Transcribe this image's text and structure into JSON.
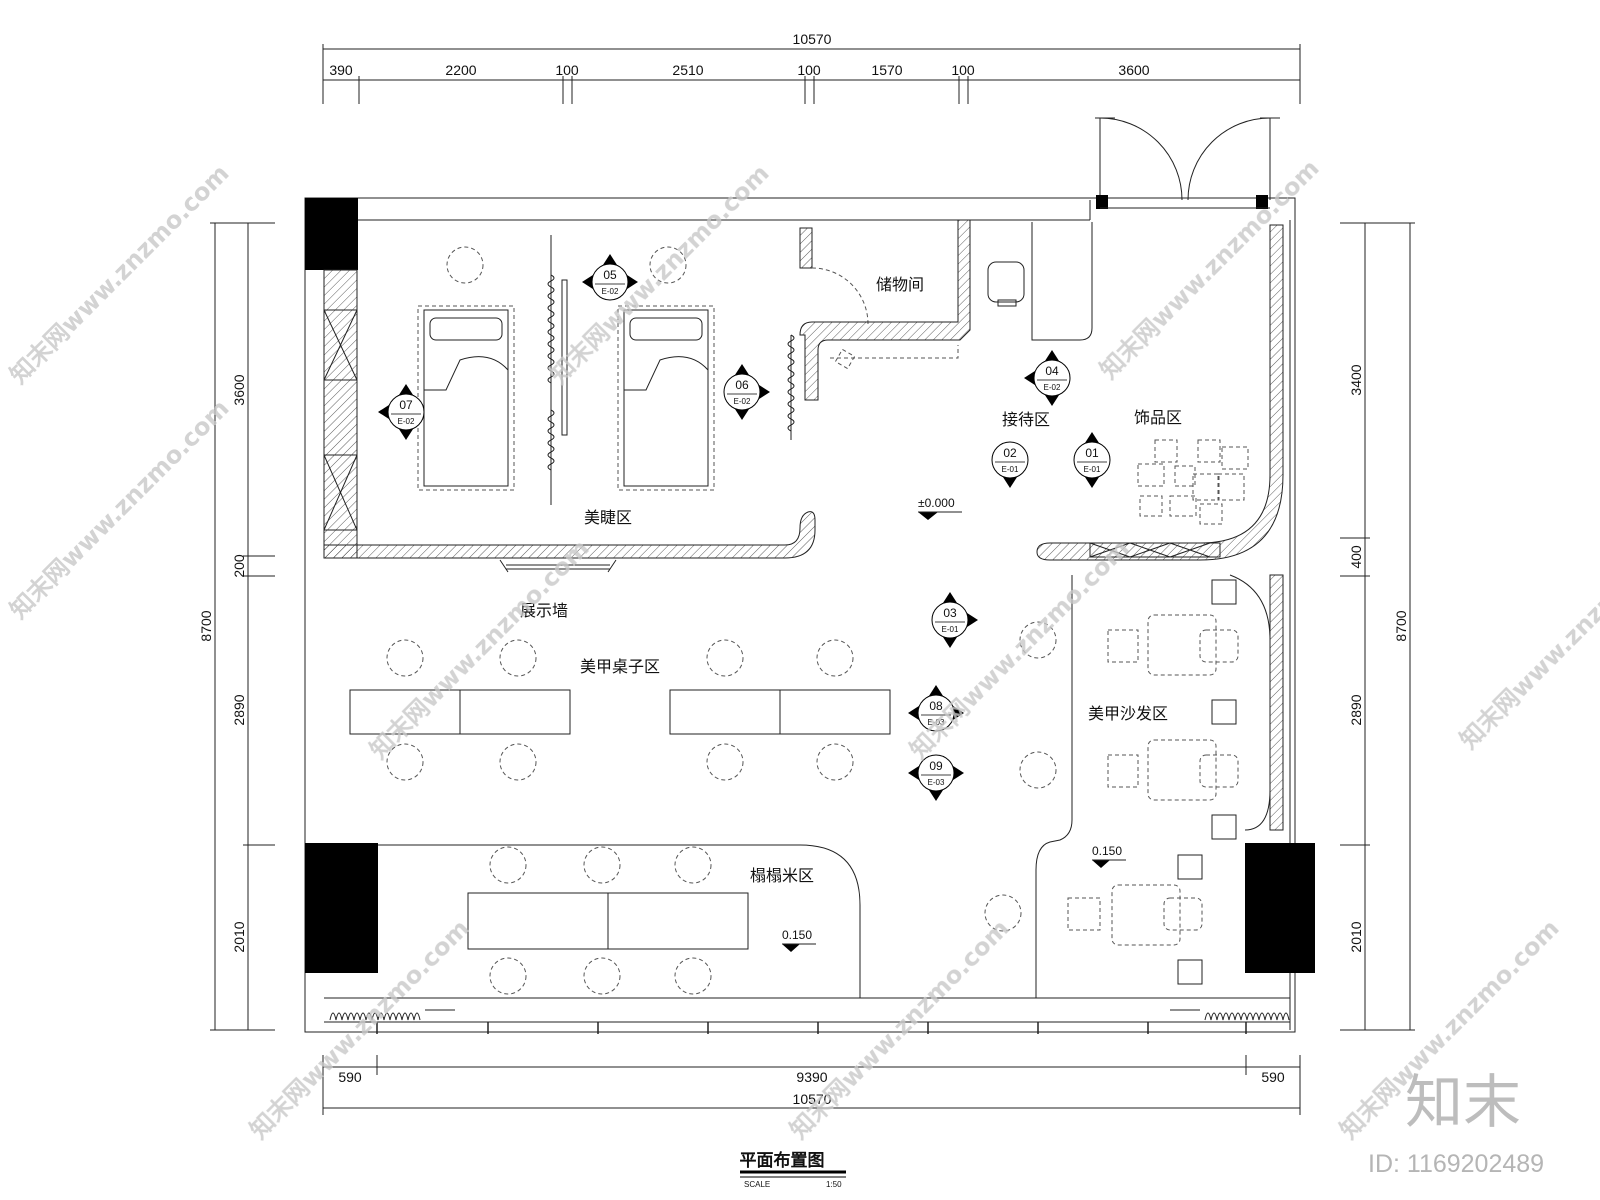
{
  "drawing": {
    "title": "平面布置图",
    "scale_label": "SCALE",
    "scale_value": "1:50"
  },
  "dimensions": {
    "top_total": "10570",
    "top_segments": [
      "390",
      "2200",
      "100",
      "2510",
      "100",
      "1570",
      "100",
      "3600"
    ],
    "bottom_segments": [
      "590",
      "9390",
      "590"
    ],
    "bottom_total": "10570",
    "left_total": "8700",
    "left_segments": [
      "3600",
      "200",
      "2890",
      "2010"
    ],
    "right_total": "8700",
    "right_segments": [
      "3400",
      "400",
      "2890",
      "2010"
    ]
  },
  "rooms": {
    "storage": "储物间",
    "reception": "接待区",
    "accessories": "饰品区",
    "lash": "美睫区",
    "display_wall": "展示墙",
    "nail_tables": "美甲桌子区",
    "nail_sofa": "美甲沙发区",
    "tatami": "榻榻米区"
  },
  "levels": {
    "main": "±0.000",
    "sofa": "0.150",
    "tatami": "0.150"
  },
  "elevation_tags": [
    {
      "num": "01",
      "ref": "E-01"
    },
    {
      "num": "02",
      "ref": "E-01"
    },
    {
      "num": "03",
      "ref": "E-01"
    },
    {
      "num": "04",
      "ref": "E-02"
    },
    {
      "num": "05",
      "ref": "E-02"
    },
    {
      "num": "06",
      "ref": "E-02"
    },
    {
      "num": "07",
      "ref": "E-02"
    },
    {
      "num": "08",
      "ref": "E-03"
    },
    {
      "num": "09",
      "ref": "E-03"
    }
  ],
  "watermark": {
    "brand": "知末",
    "id_text": "ID: 1169202489",
    "site": "知末网www.znzmo.com"
  }
}
